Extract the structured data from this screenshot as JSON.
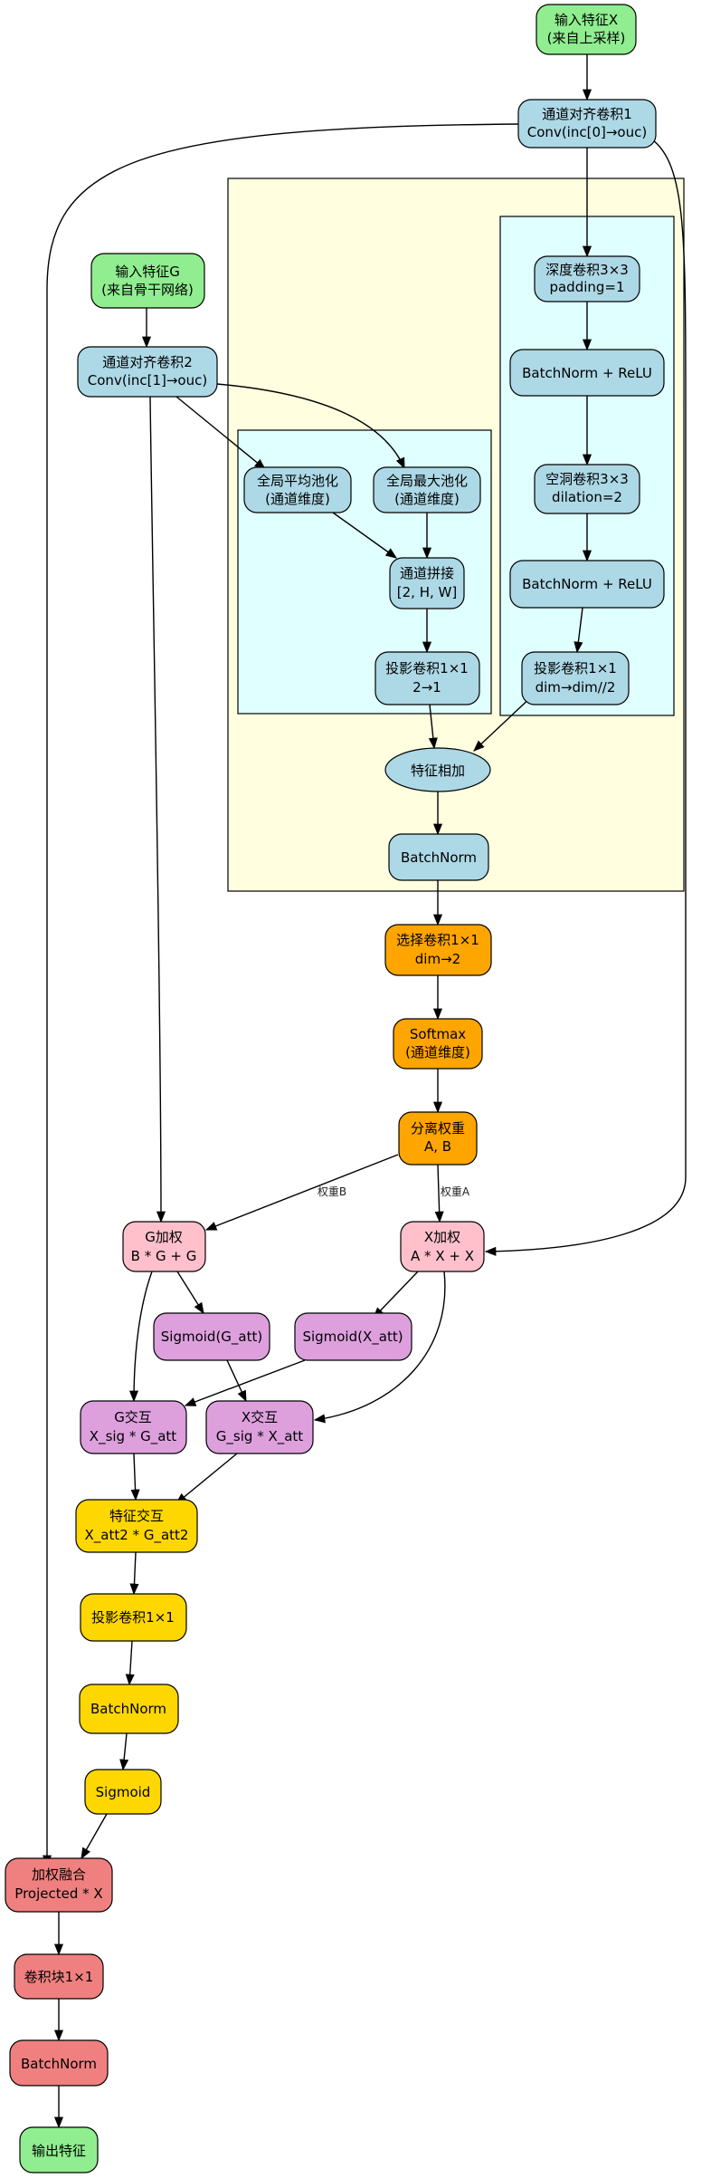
{
  "colors": {
    "green": "#90EE90",
    "blue": "#ADD8E6",
    "orange": "#FFA500",
    "pink": "#FFC0CB",
    "plum": "#DDA0DD",
    "gold": "#FFD700",
    "red": "#F08080",
    "cluster_outer": "#FFFFE0",
    "cluster_inner": "#E0FFFF"
  },
  "clusters": {
    "outer_title": "",
    "channel_title": "",
    "spatial_title": ""
  },
  "nodes": {
    "input_x": {
      "l1": "输入特征X",
      "l2": "(来自上采样)"
    },
    "align1": {
      "l1": "通道对齐卷积1",
      "l2": "Conv(inc[0]→ouc)"
    },
    "input_g": {
      "l1": "输入特征G",
      "l2": "(来自骨干网络)"
    },
    "align2": {
      "l1": "通道对齐卷积2",
      "l2": "Conv(inc[1]→ouc)"
    },
    "depthwise": {
      "l1": "深度卷积3×3",
      "l2": "padding=1"
    },
    "bn_relu1": {
      "l1": "BatchNorm + ReLU"
    },
    "dilated": {
      "l1": "空洞卷积3×3",
      "l2": "dilation=2"
    },
    "bn_relu2": {
      "l1": "BatchNorm + ReLU"
    },
    "proj_ch": {
      "l1": "投影卷积1×1",
      "l2": "dim→dim//2"
    },
    "avgpool": {
      "l1": "全局平均池化",
      "l2": "(通道维度)"
    },
    "maxpool": {
      "l1": "全局最大池化",
      "l2": "(通道维度)"
    },
    "concat": {
      "l1": "通道拼接",
      "l2": "[2, H, W]"
    },
    "proj_sp": {
      "l1": "投影卷积1×1",
      "l2": "2→1"
    },
    "feat_add": {
      "l1": "特征相加"
    },
    "bn_fuse": {
      "l1": "BatchNorm"
    },
    "select_conv": {
      "l1": "选择卷积1×1",
      "l2": "dim→2"
    },
    "softmax": {
      "l1": "Softmax",
      "l2": "(通道维度)"
    },
    "split": {
      "l1": "分离权重",
      "l2": "A, B"
    },
    "g_weight": {
      "l1": "G加权",
      "l2": "B * G + G"
    },
    "x_weight": {
      "l1": "X加权",
      "l2": "A * X + X"
    },
    "sig_g": {
      "l1": "Sigmoid(G_att)"
    },
    "sig_x": {
      "l1": "Sigmoid(X_att)"
    },
    "g_inter": {
      "l1": "G交互",
      "l2": "X_sig * G_att"
    },
    "x_inter": {
      "l1": "X交互",
      "l2": "G_sig * X_att"
    },
    "feat_inter": {
      "l1": "特征交互",
      "l2": "X_att2 * G_att2"
    },
    "proj_final": {
      "l1": "投影卷积1×1"
    },
    "bn_final": {
      "l1": "BatchNorm"
    },
    "sigmoid_final": {
      "l1": "Sigmoid"
    },
    "weighted_fusion": {
      "l1": "加权融合",
      "l2": "Projected * X"
    },
    "conv_block": {
      "l1": "卷积块1×1"
    },
    "bn_out": {
      "l1": "BatchNorm"
    },
    "output": {
      "l1": "输出特征"
    }
  },
  "edge_labels": {
    "weight_b": "权重B",
    "weight_a": "权重A"
  }
}
